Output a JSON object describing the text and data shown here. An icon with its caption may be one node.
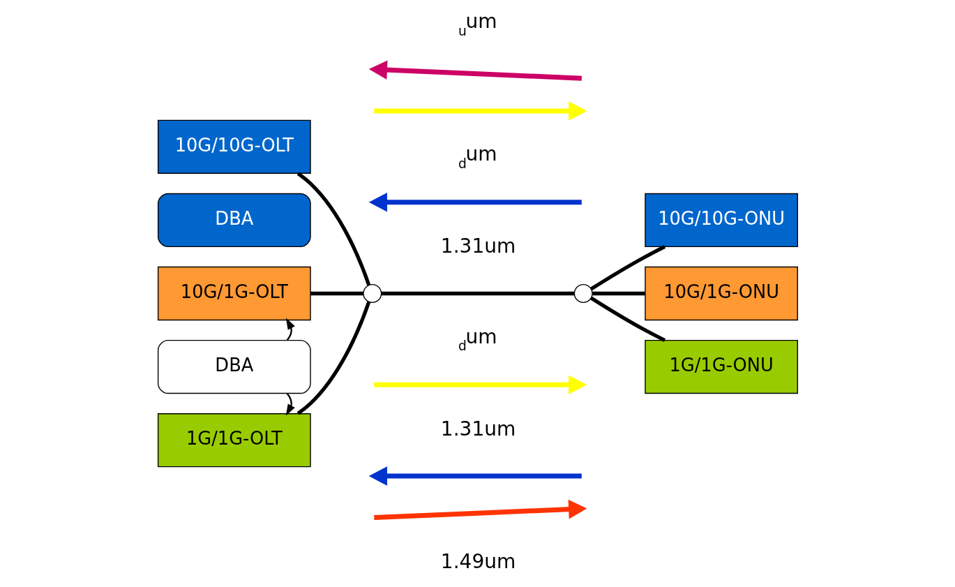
{
  "diagram": {
    "nodes": [
      {
        "text": [
          "1G/1G-OLT"
        ]
      },
      {
        "text": [
          "DBA"
        ]
      },
      {
        "text": [
          "10G/1G-OLT"
        ]
      },
      {
        "text": [
          "DBA"
        ]
      },
      {
        "text": [
          "10G/10G-OLT"
        ]
      },
      {
        "text": [],
        "shape": "circle"
      },
      {
        "text": [],
        "shape": "circle"
      },
      {
        "text": [
          "1G/1G-ONU"
        ]
      },
      {
        "text": [
          "10G/1G-ONU"
        ]
      },
      {
        "text": [
          "10G/10G-ONU"
        ]
      }
    ],
    "edges": [
      {
        "from": 1,
        "to": 0,
        "arrow": "to"
      },
      {
        "from": 1,
        "to": 2,
        "arrow": "to"
      },
      {
        "from": 0,
        "to": 5,
        "arrow": "none"
      },
      {
        "from": 2,
        "to": 5,
        "arrow": "none"
      },
      {
        "from": 4,
        "to": 5,
        "arrow": "none"
      },
      {
        "from": 5,
        "to": 6,
        "arrow": "none"
      },
      {
        "from": 6,
        "to": 7,
        "arrow": "none"
      },
      {
        "from": 6,
        "to": 8,
        "arrow": "none"
      },
      {
        "from": 6,
        "to": 9,
        "arrow": "none"
      }
    ],
    "labels": [
      "1.49um",
      "1.31um",
      "$_{d}$um",
      "1.31um",
      "$_{d}$um",
      "$_{u}$um"
    ]
  }
}
